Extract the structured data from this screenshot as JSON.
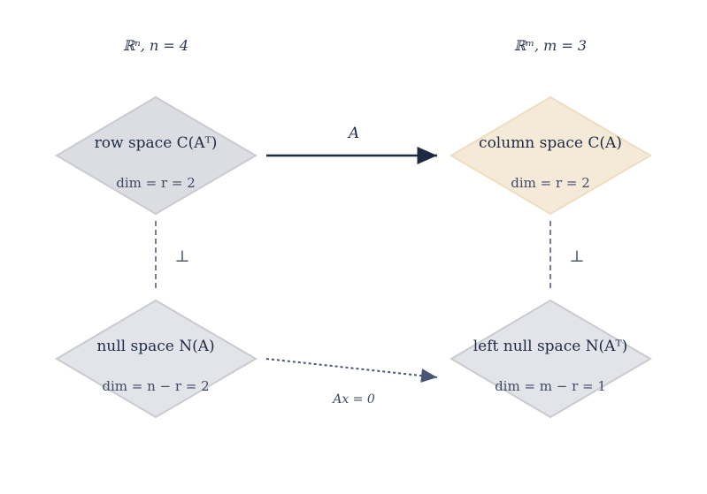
{
  "headers": {
    "left": "ℝⁿ,  n = 4",
    "right": "ℝᵐ,  m = 3"
  },
  "spaces": {
    "row": {
      "title": "row space C(Aᵀ)",
      "dim": "dim  = r = 2"
    },
    "column": {
      "title": "column space C(A)",
      "dim": "dim  = r = 2"
    },
    "null": {
      "title": "null space N(A)",
      "dim": "dim  = n − r = 2"
    },
    "left_null": {
      "title": "left null space N(Aᵀ)",
      "dim": "dim  = m − r = 1"
    }
  },
  "edges": {
    "map_label": "A",
    "kernel_label": "Ax = 0",
    "perp_left": "⊥",
    "perp_right": "⊥"
  },
  "colors": {
    "row_fill": "#dcdde2",
    "column_fill": "#f5ead8",
    "column_stroke": "#eeddbf",
    "null_fill": "#e3e4ea",
    "left_null_fill": "#e3e4ea",
    "stroke": "#c9cad2",
    "arrow": "#1e2a44",
    "dashed": "#4a5573"
  }
}
